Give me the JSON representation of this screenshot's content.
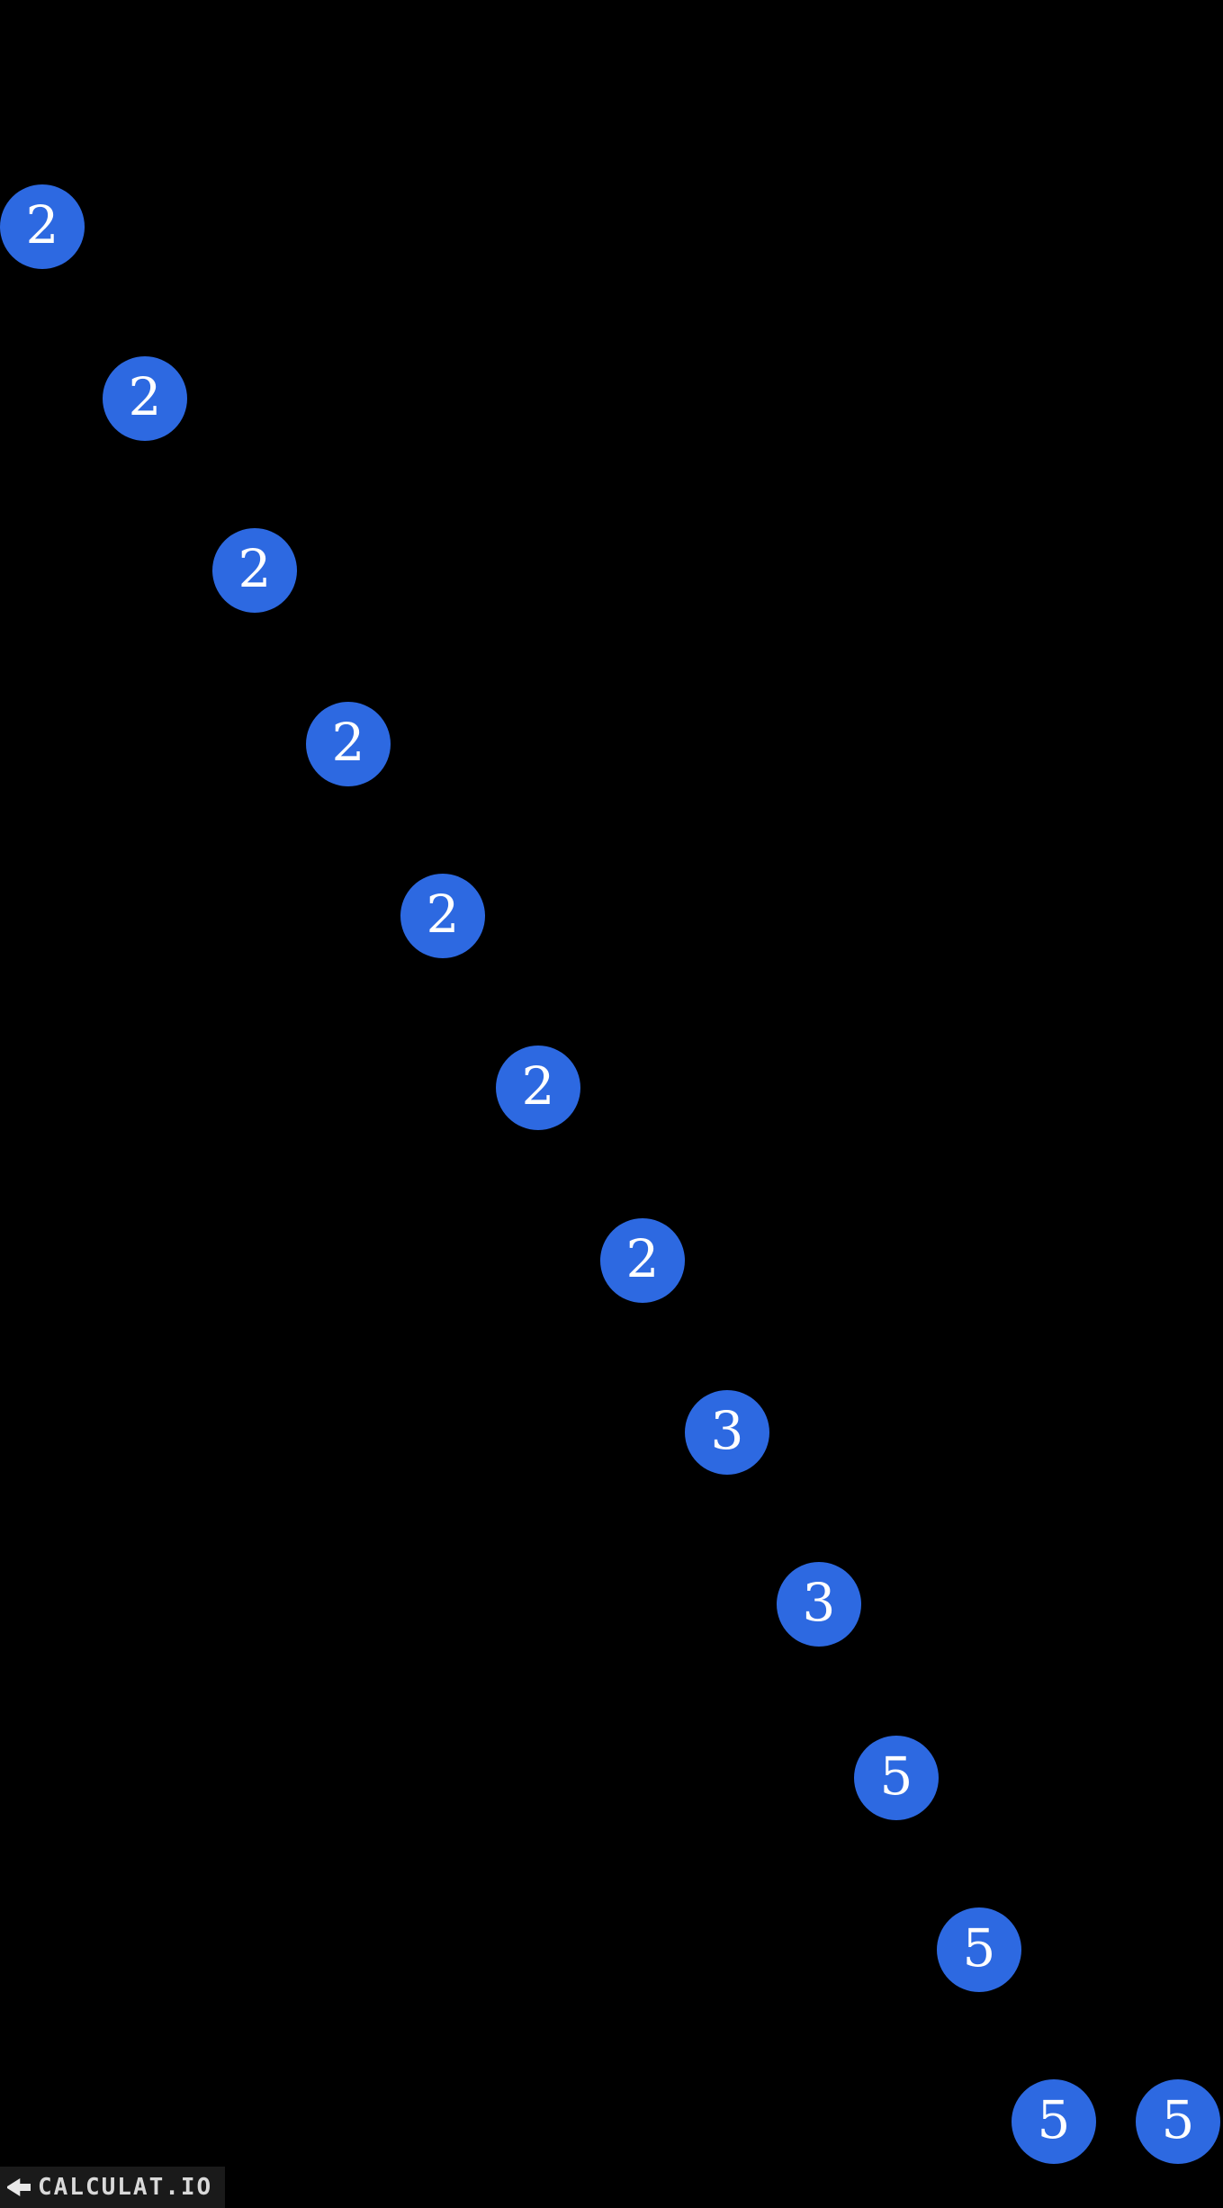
{
  "canvas": {
    "background": "#000000"
  },
  "factor_tree": {
    "description": "prime-factor leaf nodes of a factor tree, arranged diagonally top-left to bottom-right",
    "node_color": "#2d69e1",
    "node_text_color": "#ffffff",
    "nodes": [
      {
        "label": "2"
      },
      {
        "label": "2"
      },
      {
        "label": "2"
      },
      {
        "label": "2"
      },
      {
        "label": "2"
      },
      {
        "label": "2"
      },
      {
        "label": "2"
      },
      {
        "label": "3"
      },
      {
        "label": "3"
      },
      {
        "label": "5"
      },
      {
        "label": "5"
      },
      {
        "label": "5"
      },
      {
        "label": "5"
      }
    ]
  },
  "watermark": {
    "text": "CALCULAT.IO",
    "icon": "calculatio-logo-icon",
    "text_color": "#d9d9d9"
  }
}
